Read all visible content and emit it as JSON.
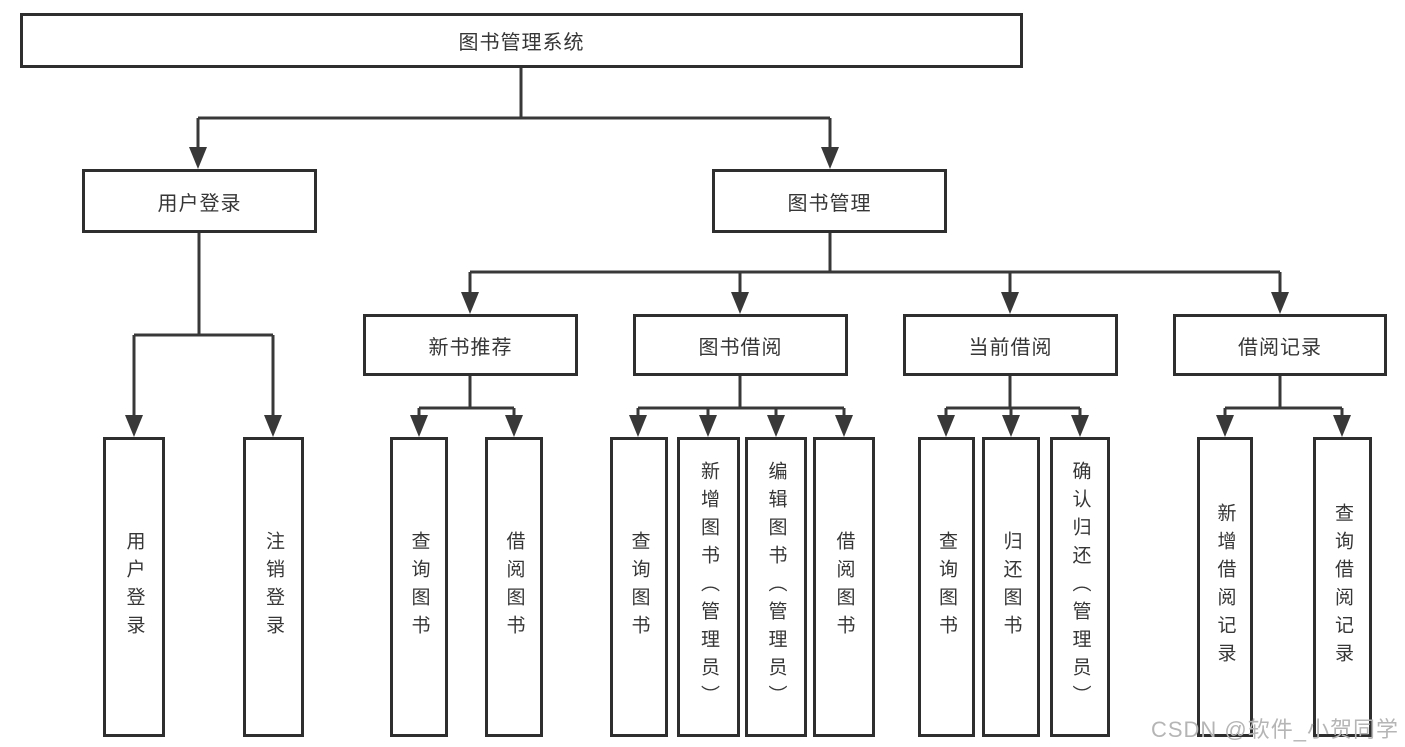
{
  "diagram_title": "图书管理系统",
  "tree": {
    "label": "图书管理系统",
    "children": [
      {
        "label": "用户登录",
        "children": [
          {
            "label": "用户登录"
          },
          {
            "label": "注销登录"
          }
        ]
      },
      {
        "label": "图书管理",
        "children": [
          {
            "label": "新书推荐",
            "children": [
              {
                "label": "查询图书"
              },
              {
                "label": "借阅图书"
              }
            ]
          },
          {
            "label": "图书借阅",
            "children": [
              {
                "label": "查询图书"
              },
              {
                "label": "新增图书（管理员）"
              },
              {
                "label": "编辑图书（管理员）"
              },
              {
                "label": "借阅图书"
              }
            ]
          },
          {
            "label": "当前借阅",
            "children": [
              {
                "label": "查询图书"
              },
              {
                "label": "归还图书"
              },
              {
                "label": "确认归还（管理员）"
              }
            ]
          },
          {
            "label": "借阅记录",
            "children": [
              {
                "label": "新增借阅记录"
              },
              {
                "label": "查询借阅记录"
              }
            ]
          }
        ]
      }
    ]
  },
  "watermark": "CSDN @软件_小贺同学",
  "colors": {
    "line": "#383838",
    "box_border": "#2e2e2e",
    "text": "#363636",
    "watermark": "#b5b5b5",
    "background": "#ffffff"
  }
}
